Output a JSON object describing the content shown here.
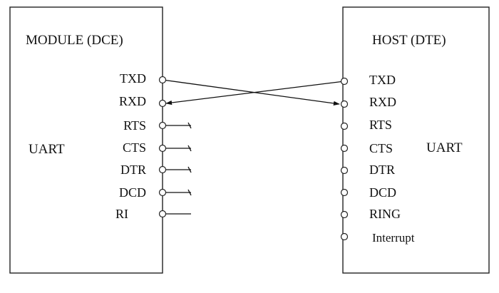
{
  "module": {
    "title": "MODULE (DCE)",
    "block_label": "UART",
    "pins": [
      "TXD",
      "RXD",
      "RTS",
      "CTS",
      "DTR",
      "DCD",
      "RI"
    ]
  },
  "host": {
    "title": "HOST (DTE)",
    "block_label": "UART",
    "pins": [
      "TXD",
      "RXD",
      "RTS",
      "CTS",
      "DTR",
      "DCD",
      "RING",
      "Interrupt"
    ]
  },
  "colors": {
    "line": "#111111",
    "background": "#ffffff"
  }
}
